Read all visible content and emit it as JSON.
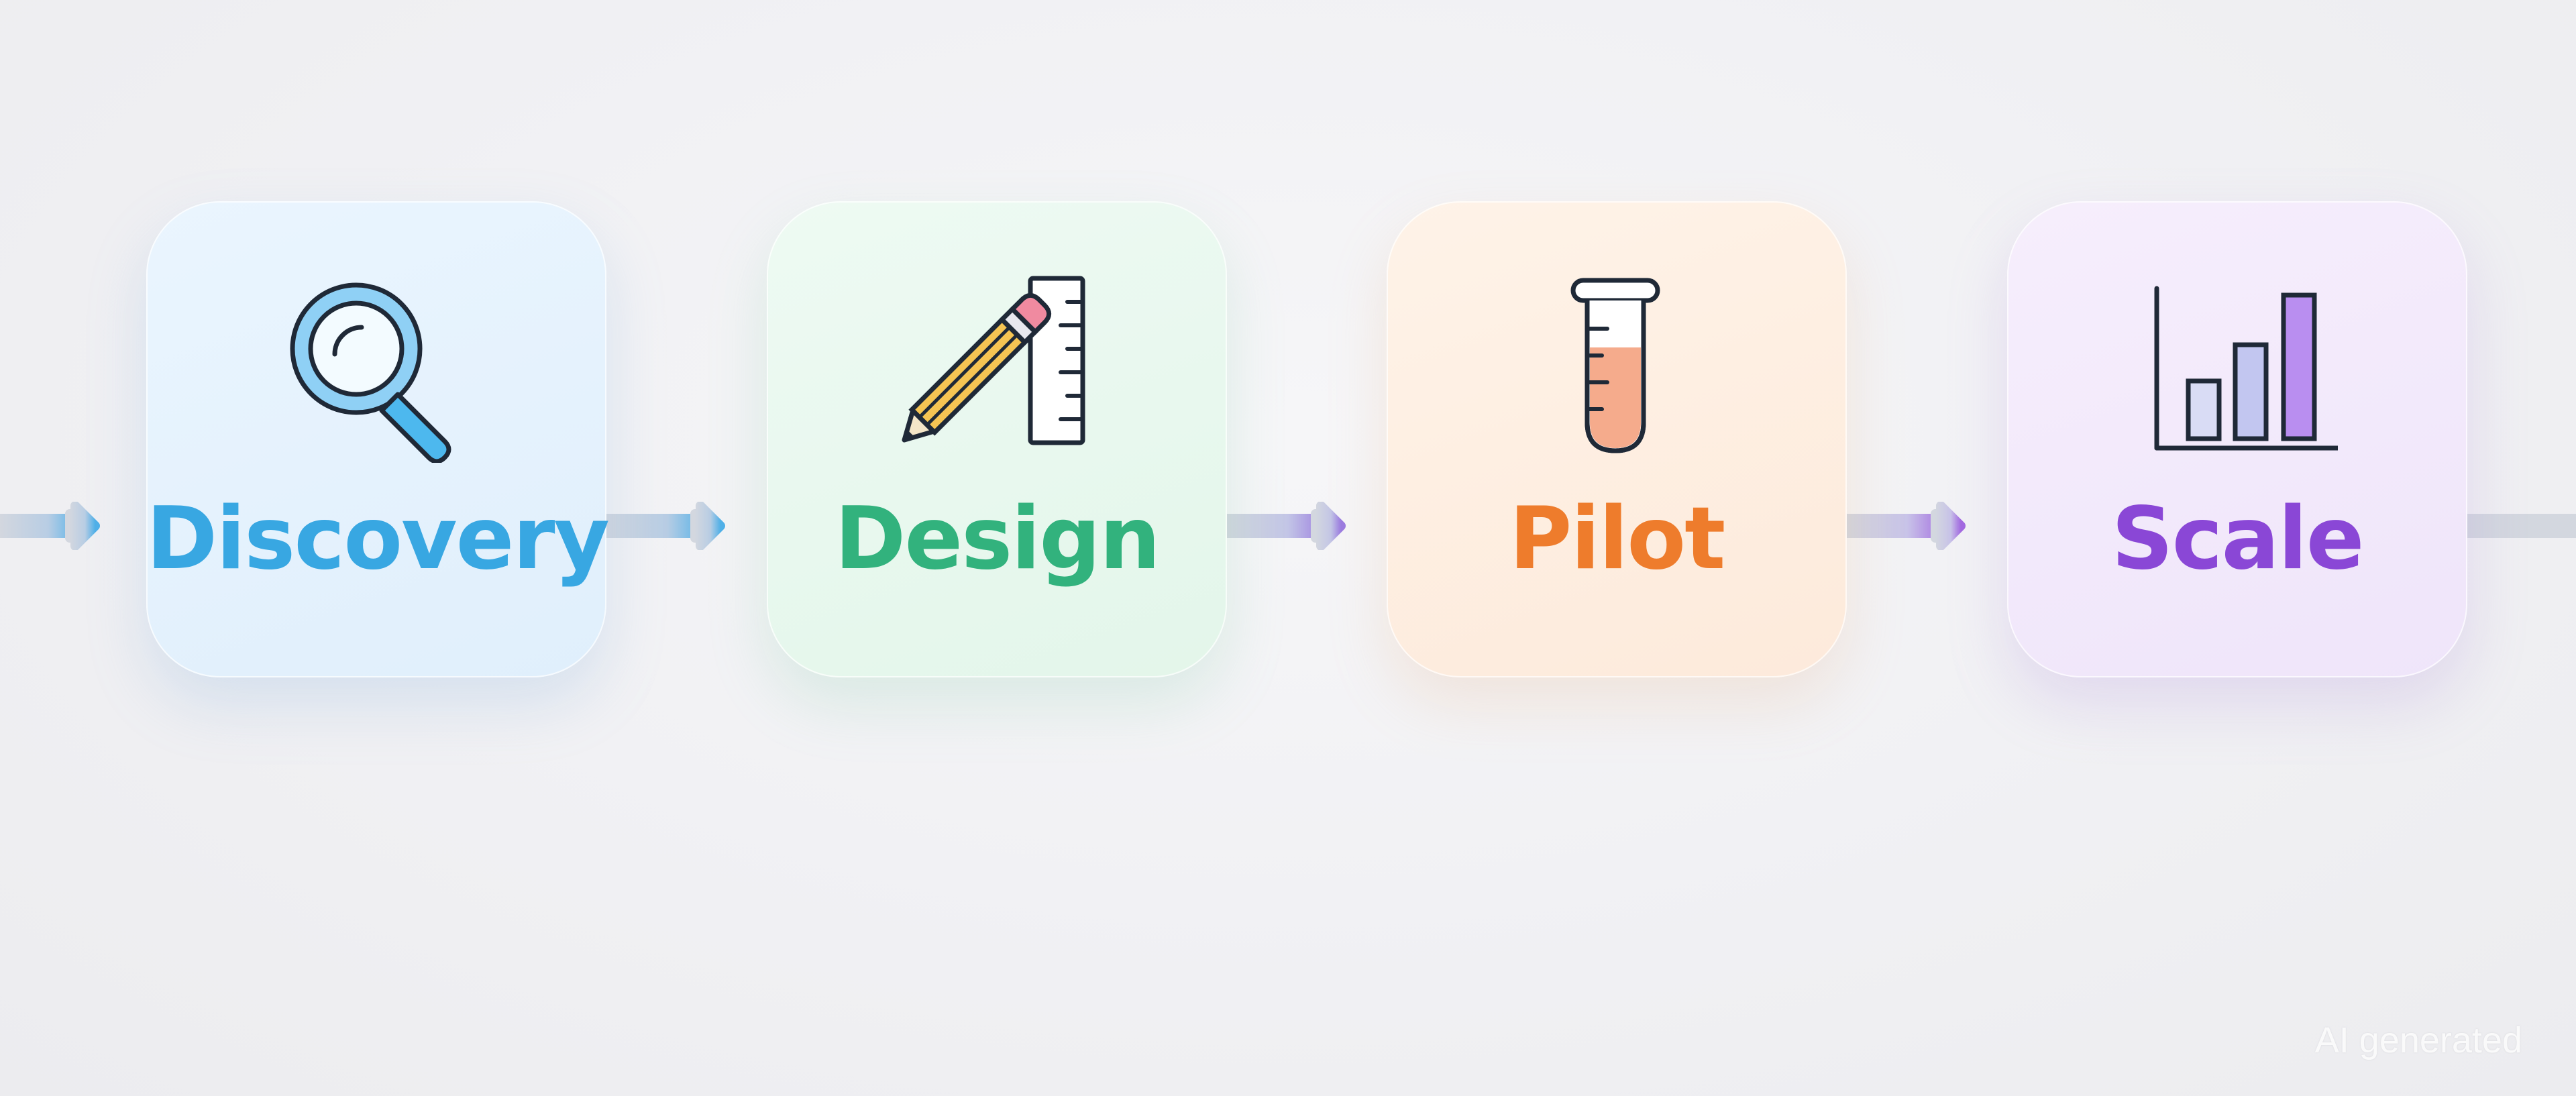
{
  "stages": [
    {
      "label": "Discovery",
      "icon": "magnifier-icon",
      "color": "#38a7e2"
    },
    {
      "label": "Design",
      "icon": "pencil-ruler-icon",
      "color": "#32b27d"
    },
    {
      "label": "Pilot",
      "icon": "test-tube-icon",
      "color": "#ee7c2c"
    },
    {
      "label": "Scale",
      "icon": "bar-chart-icon",
      "color": "#8a47d6"
    }
  ],
  "watermark": "AI generated"
}
